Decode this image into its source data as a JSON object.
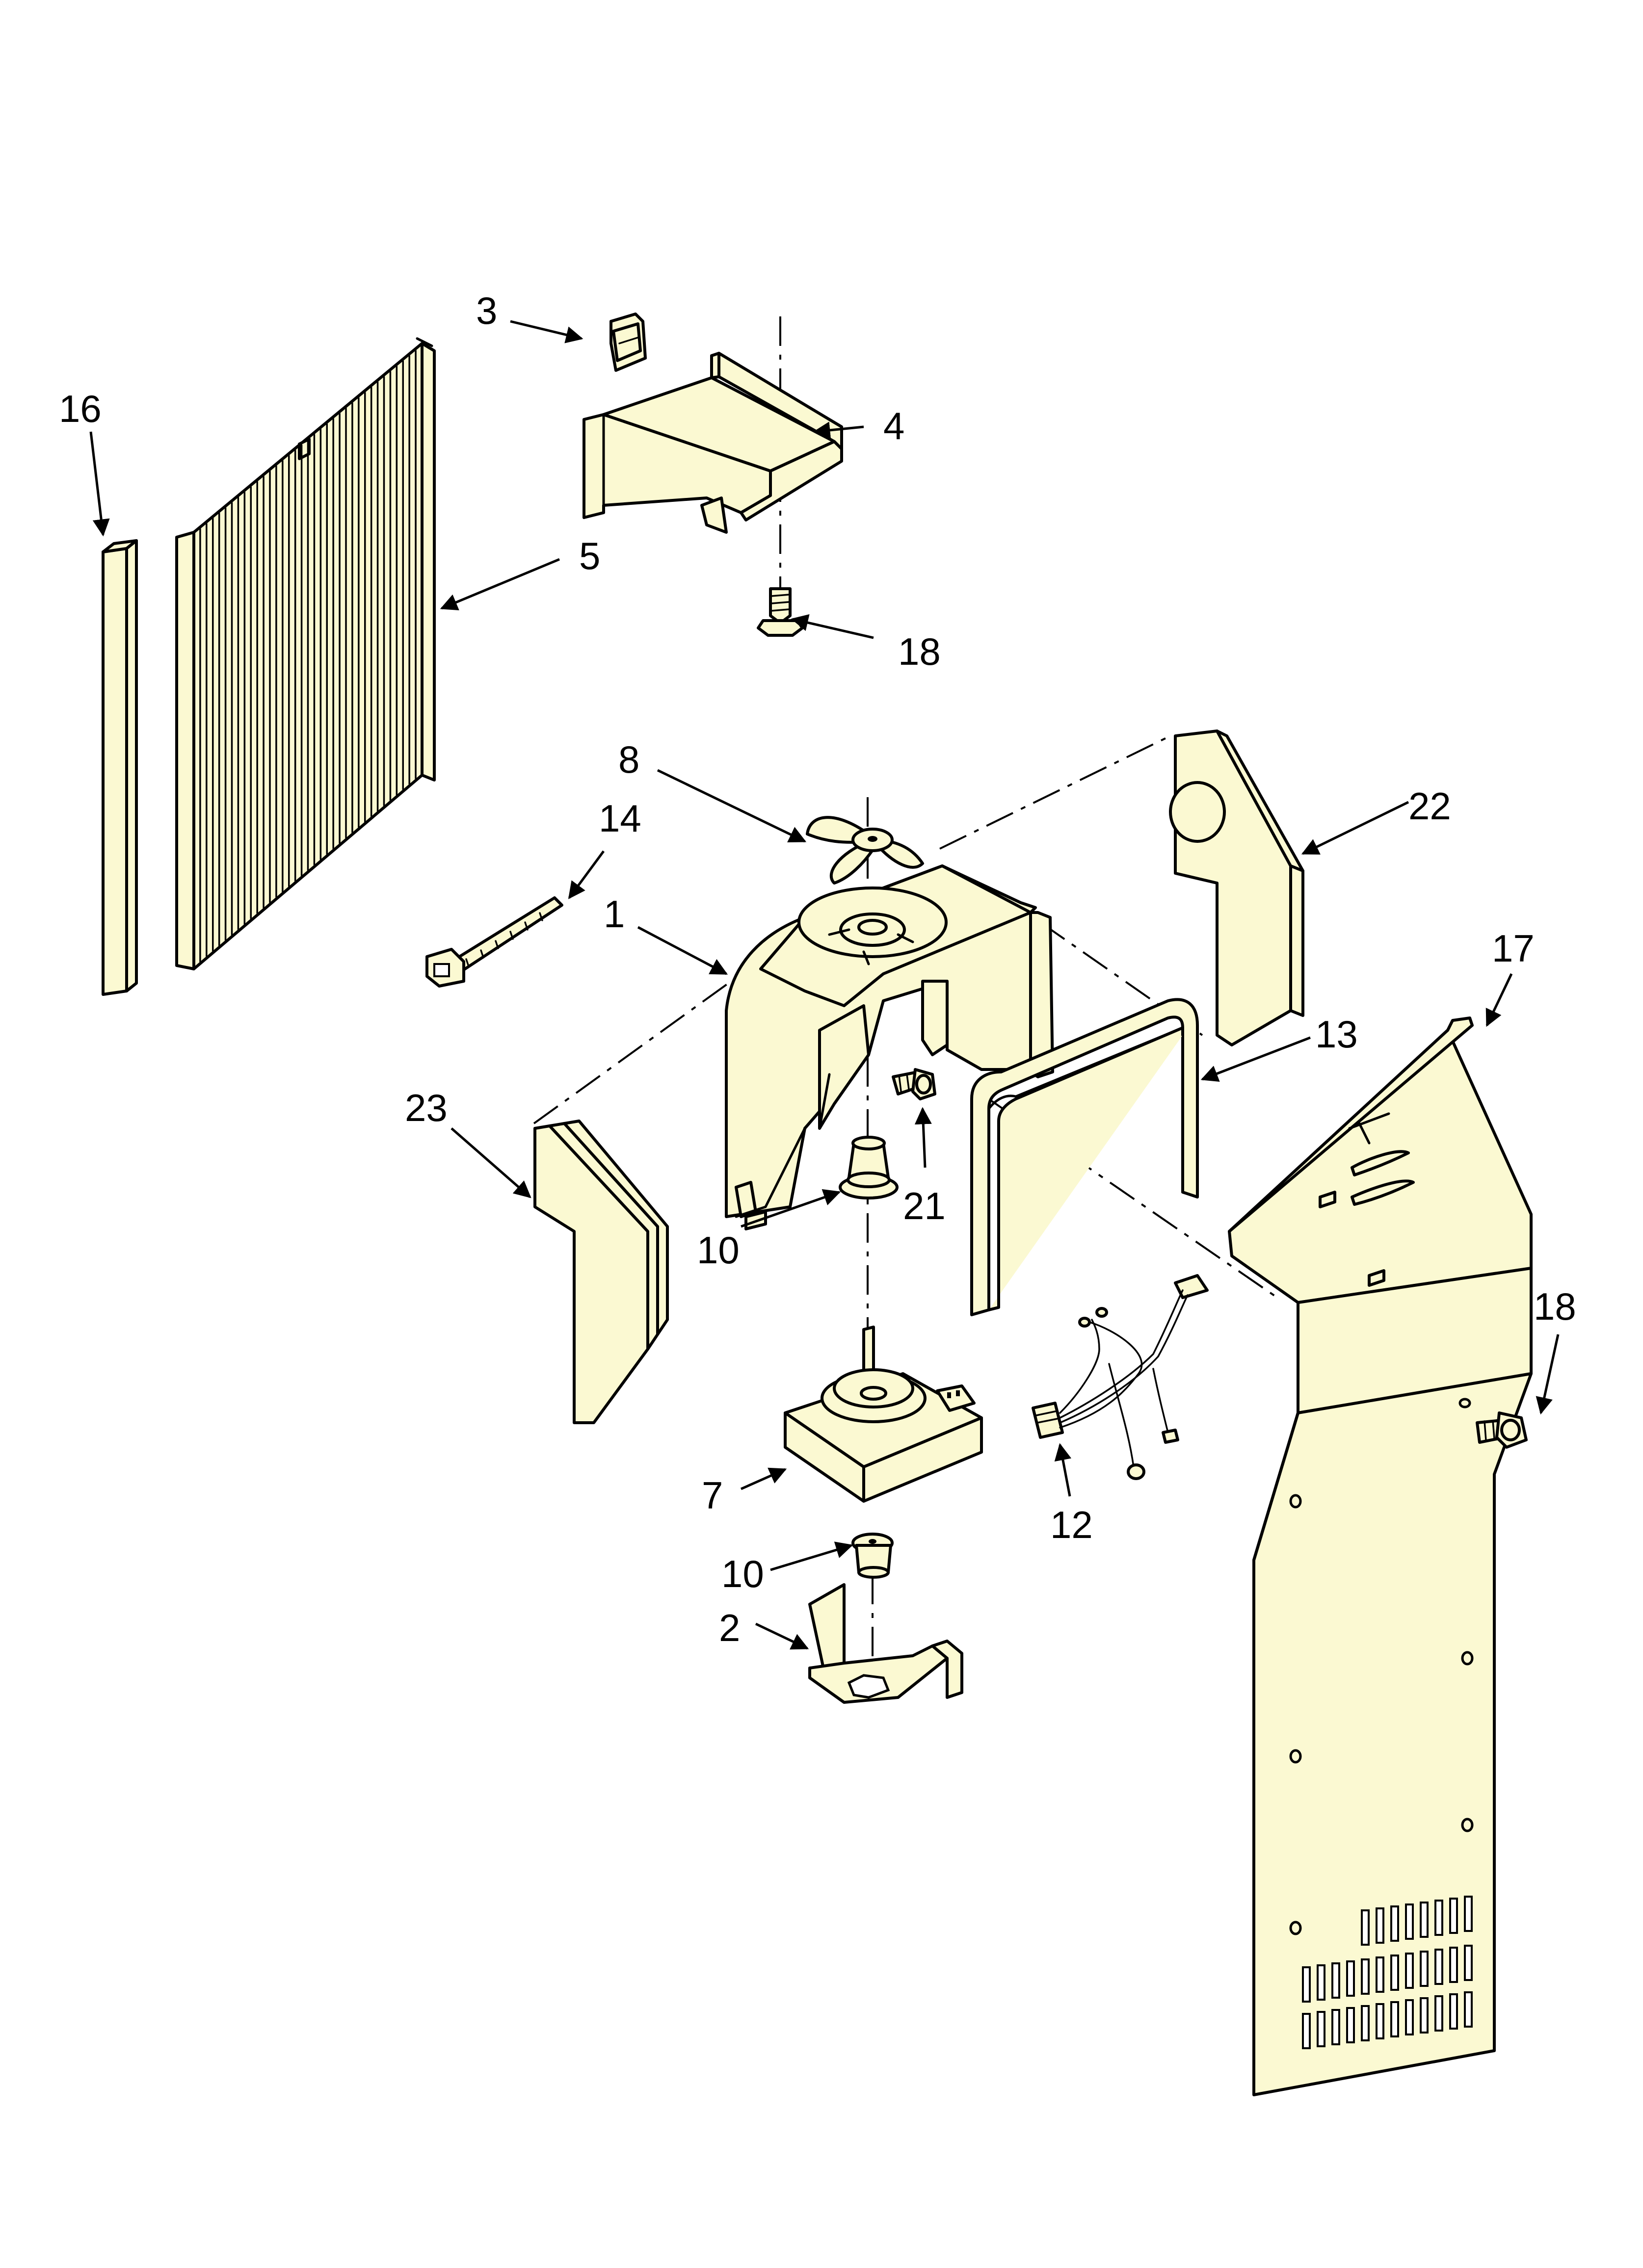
{
  "callouts": {
    "c1": "1",
    "c2": "2",
    "c3": "3",
    "c4": "4",
    "c5": "5",
    "c7": "7",
    "c8": "8",
    "c10a": "10",
    "c10b": "10",
    "c12": "12",
    "c13": "13",
    "c14": "14",
    "c16": "16",
    "c17": "17",
    "c18a": "18",
    "c18b": "18",
    "c21": "21",
    "c22": "22",
    "c23": "23"
  },
  "colors": {
    "part_fill": "#fbf9d2",
    "line": "#000000",
    "background": "#ffffff"
  }
}
